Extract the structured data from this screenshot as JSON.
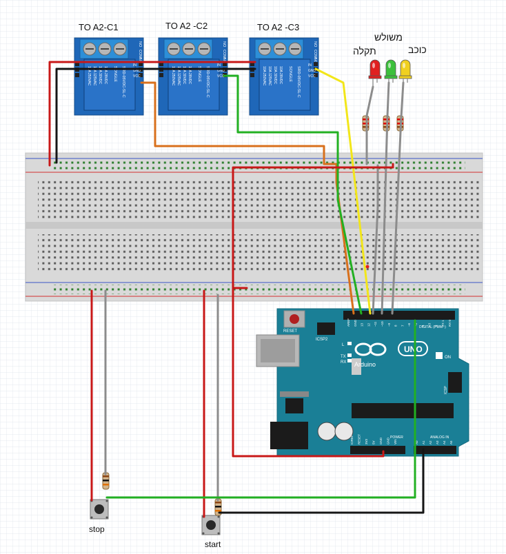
{
  "relays": [
    {
      "label": "TO A2-C1"
    },
    {
      "label": "TO A2 -C2"
    },
    {
      "label": "TO A2 -C3"
    }
  ],
  "relay_module": {
    "brand": "SONGLE",
    "model": "SRD-05VDC-SL-C",
    "terminals": [
      "NO",
      "COM",
      "NC"
    ],
    "pins": [
      "IN",
      "GND",
      "VCC"
    ],
    "rating_lines": [
      "10A 250VAC",
      "10A 125VAC",
      "10A 30VDC",
      "10A 28VDC"
    ]
  },
  "leds": [
    {
      "label": "תקלה",
      "color": "#e02020"
    },
    {
      "label": "משולש",
      "color": "#3cc03c"
    },
    {
      "label": "כוכב",
      "color": "#f0d020"
    }
  ],
  "buttons": [
    {
      "label": "stop"
    },
    {
      "label": "start"
    }
  ],
  "arduino": {
    "name": "Arduino",
    "model": "UNO",
    "reset_label": "RESET",
    "icsp2_label": "ICSP2",
    "icsp_label": "ICSP",
    "on_label": "ON",
    "l_label": "L",
    "tx_label": "TX",
    "rx_label": "RX",
    "digital_label": "DIGITAL (PWM~)",
    "analog_label": "ANALOG IN",
    "power_label": "POWER",
    "digital_pins": [
      "AREF",
      "GND",
      "13",
      "12",
      "~11",
      "~10",
      "~9",
      "8",
      "7",
      "~6",
      "~5",
      "4",
      "~3",
      "2",
      "TX 1",
      "RX 0"
    ],
    "power_pins": [
      "IOREF",
      "RESET",
      "3V3",
      "5V",
      "GND",
      "GND",
      "VIN"
    ],
    "analog_pins": [
      "A0",
      "A1",
      "A2",
      "A3",
      "A4",
      "A5"
    ]
  },
  "wire_colors": {
    "red": "#c81818",
    "black": "#151515",
    "green": "#22b022",
    "orange": "#d8701c",
    "yellow": "#f2e61a",
    "gray": "#8c8c8c"
  }
}
